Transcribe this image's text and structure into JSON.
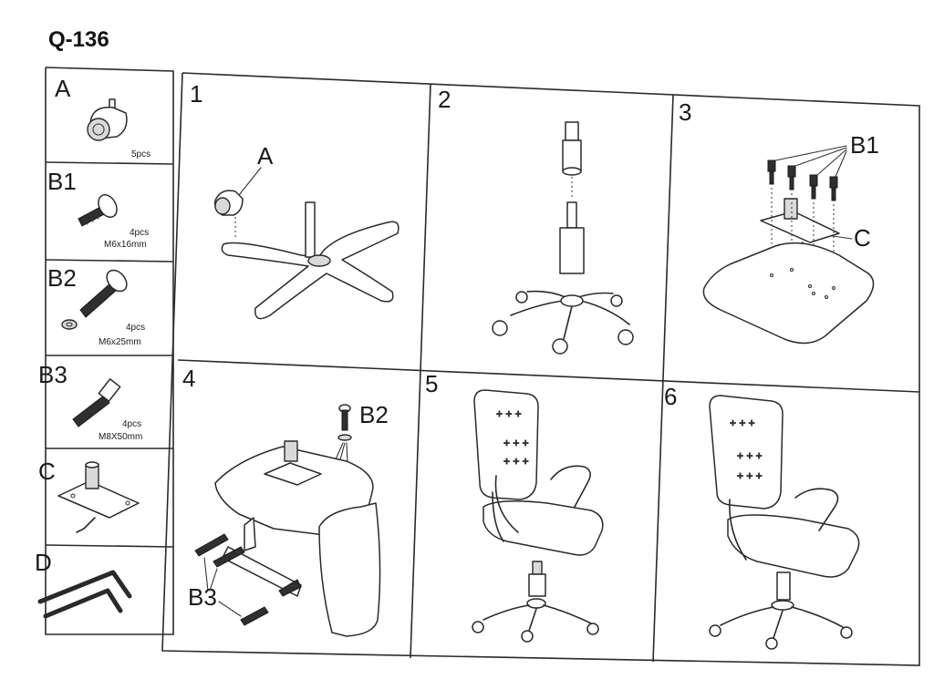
{
  "document": {
    "title": "Q-136"
  },
  "parts": [
    {
      "id": "A",
      "qty": "5pcs",
      "size": "",
      "icon": "caster-wheel-icon"
    },
    {
      "id": "B1",
      "qty": "4pcs",
      "size": "M6x16mm",
      "icon": "bolt-short-icon"
    },
    {
      "id": "B2",
      "qty": "4pcs",
      "size": "M6x25mm",
      "icon": "bolt-washer-icon"
    },
    {
      "id": "B3",
      "qty": "4pcs",
      "size": "M8X50mm",
      "icon": "socket-bolt-icon"
    },
    {
      "id": "C",
      "qty": "",
      "size": "",
      "icon": "tilt-mechanism-icon"
    },
    {
      "id": "D",
      "qty": "",
      "size": "",
      "icon": "allen-keys-icon"
    }
  ],
  "steps": [
    {
      "number": "1",
      "callouts": [
        "A"
      ]
    },
    {
      "number": "2",
      "callouts": []
    },
    {
      "number": "3",
      "callouts": [
        "B1",
        "C"
      ]
    },
    {
      "number": "4",
      "callouts": [
        "B2",
        "B3"
      ]
    },
    {
      "number": "5",
      "callouts": []
    },
    {
      "number": "6",
      "callouts": []
    }
  ]
}
